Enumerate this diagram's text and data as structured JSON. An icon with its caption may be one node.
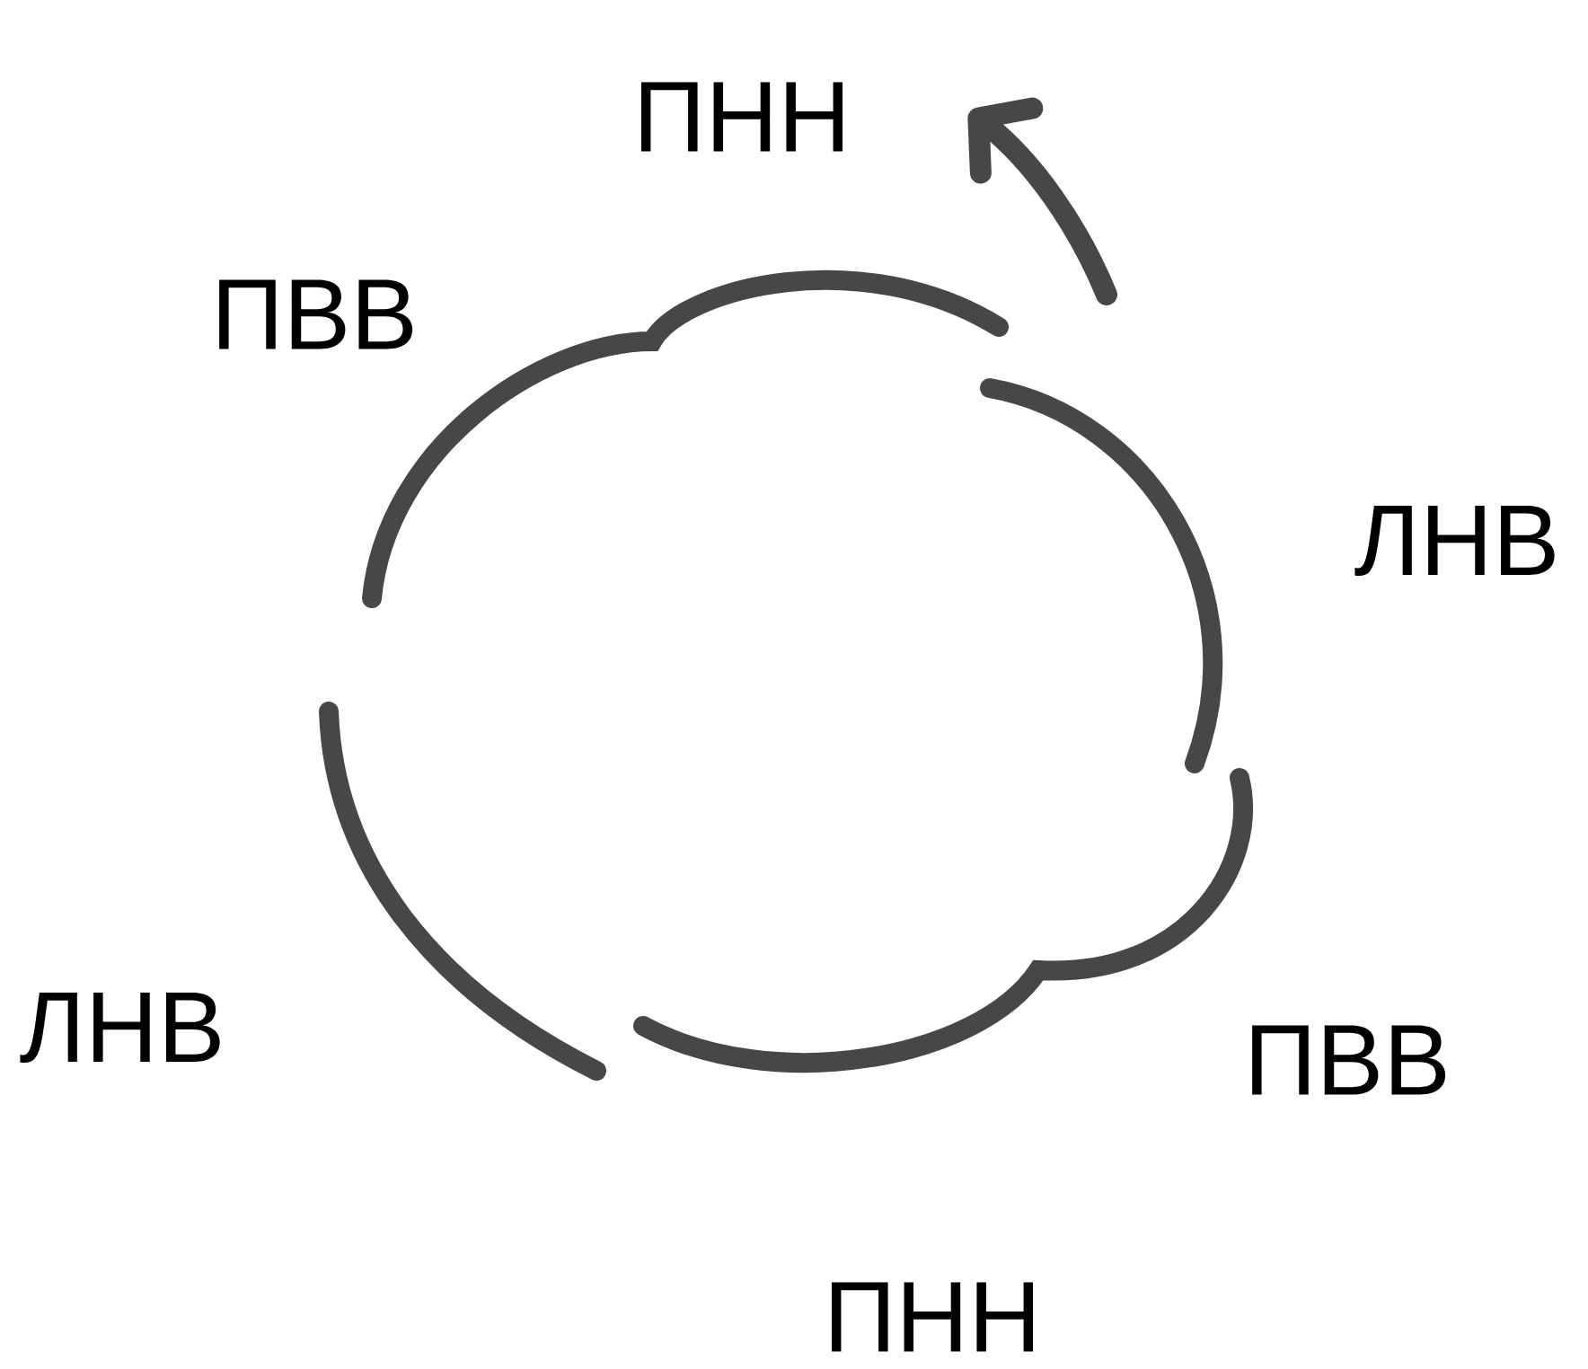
{
  "diagram": {
    "labels": [
      "ПНН",
      "ПВВ",
      "ЛНВ",
      "ЛНВ",
      "ПВВ",
      "ПНН"
    ]
  }
}
